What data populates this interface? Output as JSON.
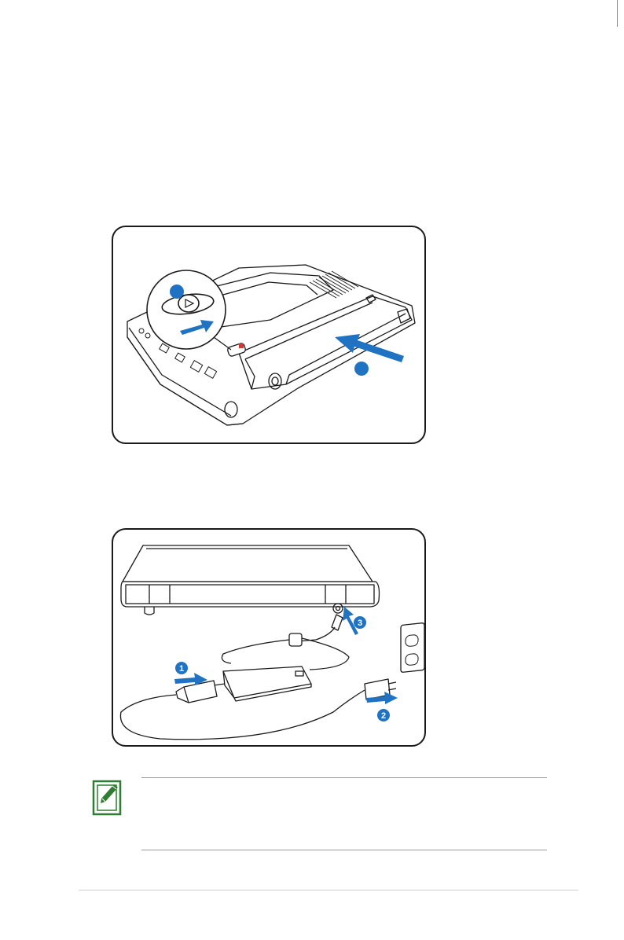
{
  "colors": {
    "accent_blue": "#1f73c2",
    "outline": "#1a1a1a",
    "note_green": "#2e7d32",
    "rule_gray": "#9a9a9a"
  },
  "figure_battery": {
    "callouts": [
      "",
      ""
    ]
  },
  "figure_power": {
    "callouts": [
      "1",
      "2",
      "3"
    ]
  },
  "note": {
    "icon": "note-pencil-icon"
  }
}
